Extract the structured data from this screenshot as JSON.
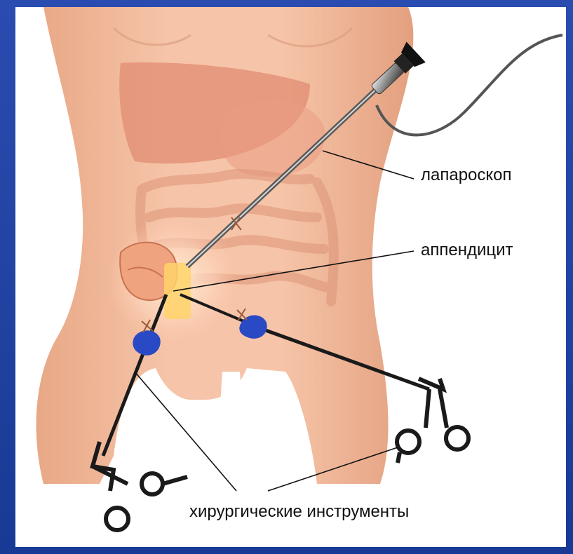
{
  "labels": {
    "laparoscope": "лапароскоп",
    "appendicitis": "аппендицит",
    "instruments": "хирургические инструменты"
  },
  "colors": {
    "frame": "#1f3f9e",
    "skin": "#f2b79a",
    "organ": "#e79a80",
    "instrument_tip": "#2a49c4",
    "inflamed": "#ffd36a"
  }
}
